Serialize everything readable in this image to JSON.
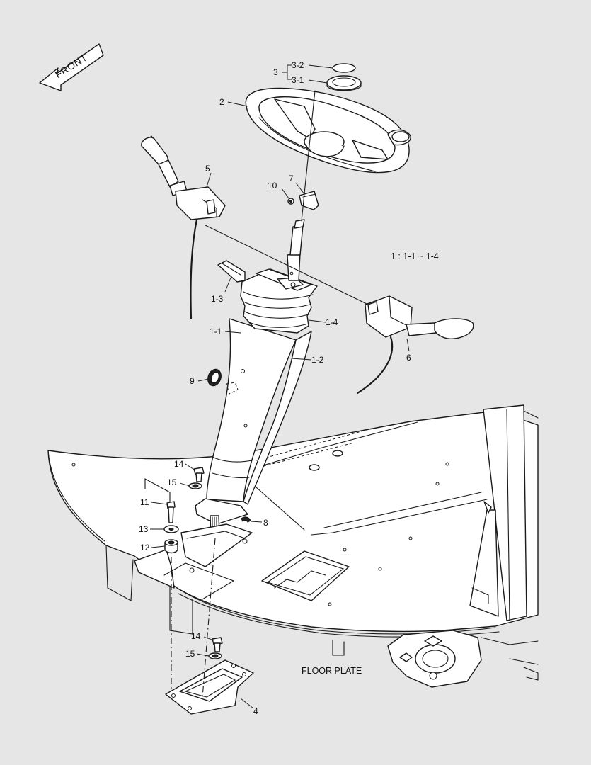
{
  "front_arrow": {
    "label": "FRONT"
  },
  "notes": {
    "range": "1 : 1-1 ~ 1-4",
    "floor_plate": "FLOOR PLATE"
  },
  "callouts": {
    "c3_2": "3-2",
    "c3_1": "3-1",
    "c3": "3",
    "c2": "2",
    "c5": "5",
    "c7": "7",
    "c10": "10",
    "c1_3": "1-3",
    "c1_4": "1-4",
    "c1_1": "1-1",
    "c1_2": "1-2",
    "c6": "6",
    "c9": "9",
    "c14a": "14",
    "c15a": "15",
    "c11": "11",
    "c8": "8",
    "c13": "13",
    "c12": "12",
    "c14b": "14",
    "c15b": "15",
    "c4": "4"
  }
}
